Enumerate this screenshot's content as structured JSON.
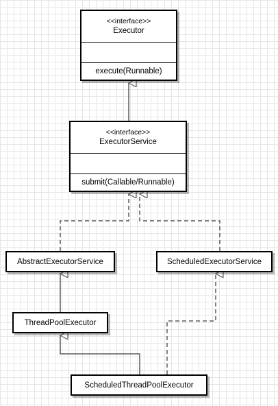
{
  "diagram": {
    "executor": {
      "stereotype": "<<interface>>",
      "name": "Executor",
      "method": "execute(Runnable)"
    },
    "executor_service": {
      "stereotype": "<<interface>>",
      "name": "ExecutorService",
      "method": "submit(Callable/Runnable)"
    },
    "abstract_executor_service": {
      "name": "AbstractExecutorService"
    },
    "scheduled_executor_service": {
      "name": "ScheduledExecutorService"
    },
    "thread_pool_executor": {
      "name": "ThreadPoolExecutor"
    },
    "scheduled_thread_pool_executor": {
      "name": "ScheduledThreadPoolExecutor"
    }
  },
  "colors": {
    "line": "#5a5a5a",
    "grid": "#e6e6e6",
    "box_border": "#000000"
  }
}
